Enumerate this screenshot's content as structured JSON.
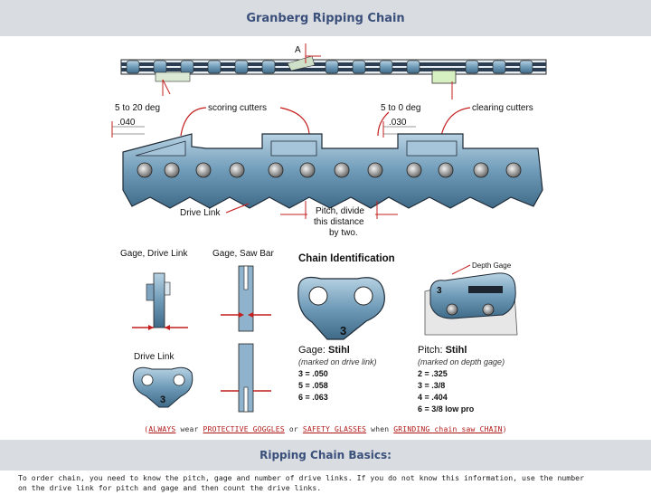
{
  "header": {
    "title": "Granberg Ripping Chain"
  },
  "diagram": {
    "labels": {
      "angle_a": "A",
      "angle_range_left": "5 to 20 deg",
      "scoring_cutters": "scoring cutters",
      "angle_range_right": "5 to 0 deg",
      "clearing_cutters": "clearing cutters",
      "depth_left": ".040",
      "depth_right": ".030",
      "drive_link": "Drive Link",
      "pitch_line1": "Pitch, divide",
      "pitch_line2": "this distance",
      "pitch_line3": "by two."
    },
    "gage_drive_link": "Gage, Drive Link",
    "gage_saw_bar": "Gage, Saw Bar",
    "drive_link_small": "Drive Link",
    "drive_link_number": "3",
    "chain_identification": {
      "title": "Chain Identification",
      "depth_gage_label": "Depth Gage",
      "link_number": "3",
      "depth_number": "3",
      "gage_prefix": "Gage:",
      "gage_brand": "Stihl",
      "gage_note": "(marked on drive link)",
      "gage_values": [
        "3 = .050",
        "5 = .058",
        "6 = .063"
      ],
      "pitch_prefix": "Pitch:",
      "pitch_brand": "Stihl",
      "pitch_note": "(marked on depth gage)",
      "pitch_values": [
        "2 = .325",
        "3 = .3/8",
        "4 = .404",
        "6 = 3/8 low pro"
      ]
    }
  },
  "warning": {
    "open": "(",
    "always": "ALWAYS",
    "wear": " wear ",
    "goggles": "PROTECTIVE GOGGLES",
    "or": " or ",
    "glasses": "SAFETY GLASSES",
    "when": " when ",
    "grinding": "GRINDING chain saw CHAIN",
    "close": ")"
  },
  "basics": {
    "title": "Ripping Chain Basics:",
    "line1": "To order chain, you need to know the pitch, gage and number of drive links. If you do not know this information, use the number",
    "line2": "on the drive link for pitch and gage and then count the drive links."
  },
  "colors": {
    "header_bg": "#d9dde2",
    "header_text": "#3a4f7a",
    "accent_red": "#c41f1f",
    "steel": "#6f9bb8"
  }
}
